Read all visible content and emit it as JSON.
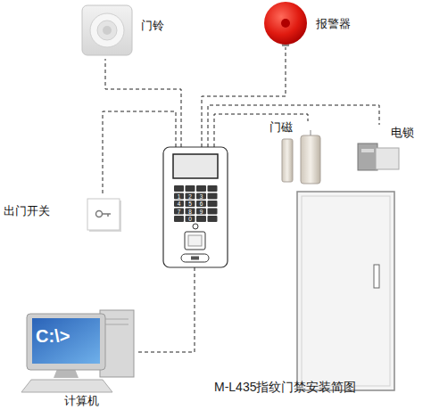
{
  "diagram": {
    "caption": "M-L435指纹门禁安装简图",
    "nodes": [
      {
        "text": [
          "门铃"
        ]
      },
      {
        "text": [
          "报警器"
        ]
      },
      {
        "text": [
          "门磁"
        ]
      },
      {
        "text": [
          "电锁"
        ]
      },
      {
        "text": [
          "1",
          "2",
          "3",
          "4",
          "5",
          "6",
          "7",
          "8",
          "9",
          "0"
        ]
      },
      {
        "text": [
          "出门开关"
        ]
      },
      {
        "text": [
          "C:\\>",
          "计算机"
        ]
      }
    ],
    "edges": [
      {
        "from": 4,
        "to": 0,
        "arrow": "none"
      },
      {
        "from": 4,
        "to": 1,
        "arrow": "none"
      },
      {
        "from": 4,
        "to": 2,
        "arrow": "none"
      },
      {
        "from": 4,
        "to": 3,
        "arrow": "none"
      },
      {
        "from": 4,
        "to": 5,
        "arrow": "none"
      },
      {
        "from": 4,
        "to": 6,
        "arrow": "none"
      }
    ]
  }
}
